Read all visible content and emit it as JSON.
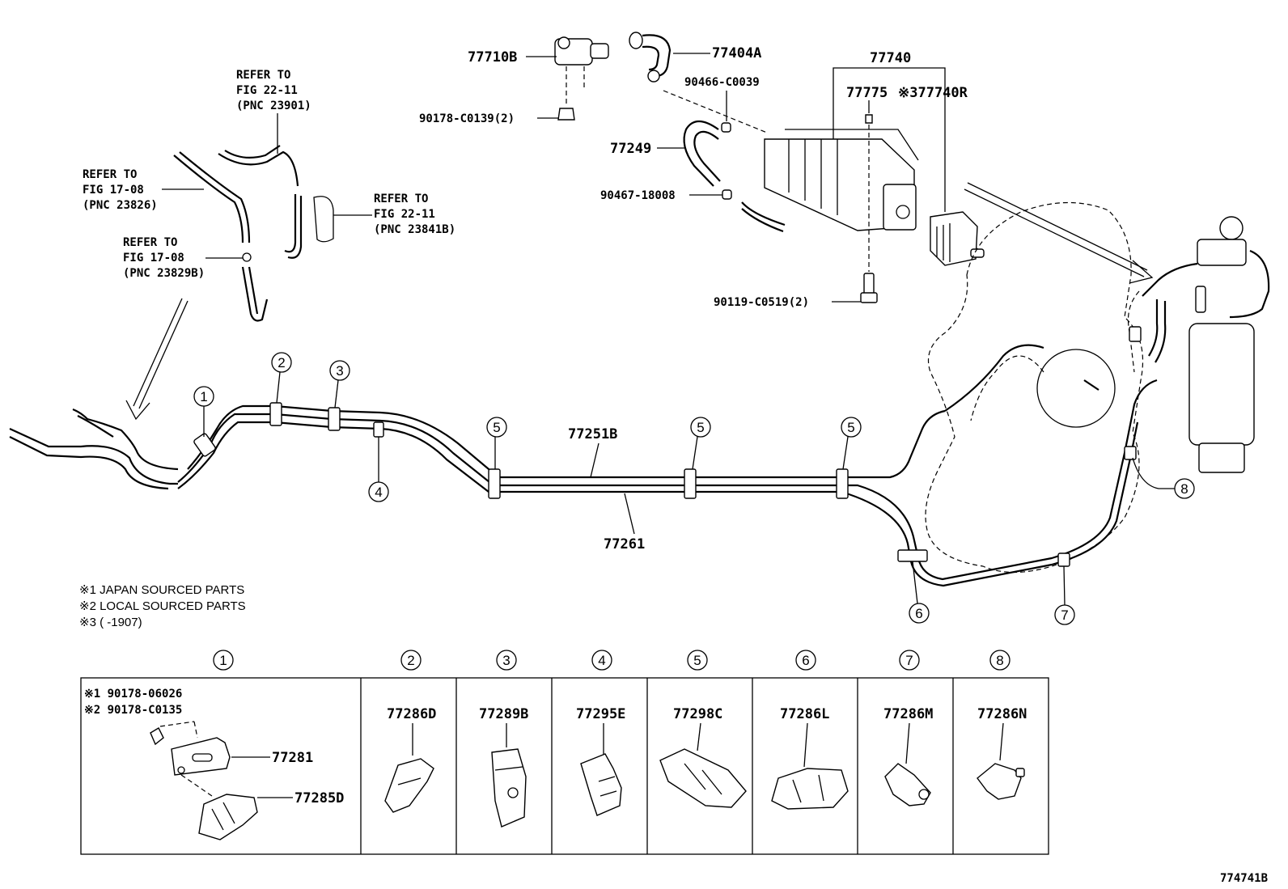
{
  "labels": {
    "p77710B": "77710B",
    "p77404A": "77404A",
    "p77740": "77740",
    "p77775": "77775",
    "p77740R": "※377740R",
    "p90466": "90466-C0039",
    "p90178_c0139": "90178-C0139(2)",
    "p77249": "77249",
    "p90467": "90467-18008",
    "p90119": "90119-C0519(2)",
    "p77251B": "77251B",
    "p77261": "77261"
  },
  "refer_notes": [
    {
      "line1": "REFER TO",
      "line2": "FIG 22-11",
      "line3": "(PNC 23901)"
    },
    {
      "line1": "REFER TO",
      "line2": "FIG 17-08",
      "line3": "(PNC 23826)"
    },
    {
      "line1": "REFER TO",
      "line2": "FIG 22-11",
      "line3": "(PNC 23841B)"
    },
    {
      "line1": "REFER TO",
      "line2": "FIG 17-08",
      "line3": "(PNC 23829B)"
    }
  ],
  "footnotes": [
    "※1  JAPAN SOURCED PARTS",
    "※2  LOCAL SOURCED PARTS",
    "※3  (      -1907)"
  ],
  "callouts": {
    "c1": "1",
    "c2": "2",
    "c3": "3",
    "c4": "4",
    "c5a": "5",
    "c5b": "5",
    "c5c": "5",
    "c6": "6",
    "c7": "7",
    "c8": "8"
  },
  "table": {
    "headers": [
      "1",
      "2",
      "3",
      "4",
      "5",
      "6",
      "7",
      "8"
    ],
    "cell1": {
      "note1": "※1 90178-06026",
      "note2": "※2 90178-C0135",
      "part_a": "77281",
      "part_b": "77285D"
    },
    "parts": [
      "77286D",
      "77289B",
      "77295E",
      "77298C",
      "77286L",
      "77286M",
      "77286N"
    ]
  },
  "figure_id": "774741B"
}
